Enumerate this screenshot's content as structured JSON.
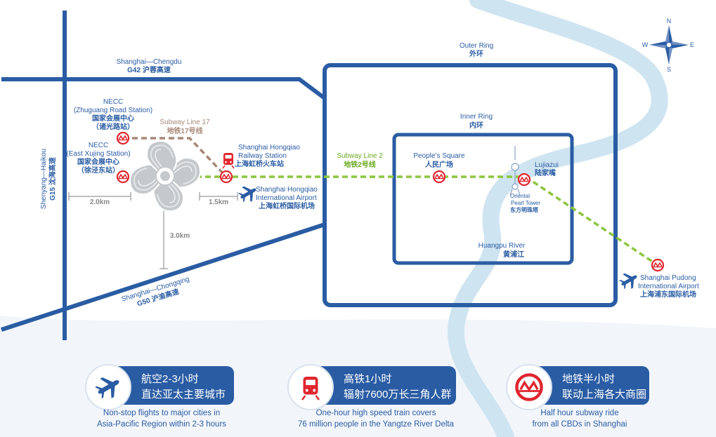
{
  "colors": {
    "road": "#2a5ca3",
    "text_blue": "#2a5ca3",
    "metro_red": "#e0262e",
    "line2_green": "#8cc63f",
    "line17_brown": "#a88878",
    "river": "#cfe4f1",
    "gray": "#999999"
  },
  "compass": {
    "n": "N",
    "s": "S",
    "e": "E",
    "w": "W"
  },
  "roads": {
    "g42_en": "Shanghai—Chengdu",
    "g42_cn": "G42 沪蓉高速",
    "g50_en": "Shanghai—Chongqing",
    "g50_cn": "G50 沪渝高速",
    "g15_en": "Shenyang—Haikou",
    "g15_cn": "G15 沈海高速"
  },
  "rings": {
    "outer_en": "Outer Ring",
    "outer_cn": "外环",
    "inner_en": "Inner Ring",
    "inner_cn": "内环"
  },
  "lines": {
    "line17_en": "Subway Line 17",
    "line17_cn": "地铁17号线",
    "line2_en": "Subway Line 2",
    "line2_cn": "地铁2号线"
  },
  "places": {
    "necc_zhuguang_en1": "NECC",
    "necc_zhuguang_en2": "(Zhuguang Road Station)",
    "necc_zhuguang_cn1": "国家会展中心",
    "necc_zhuguang_cn2": "（诸光路站）",
    "necc_xujing_en1": "NECC",
    "necc_xujing_en2": "(East Xujing Station)",
    "necc_xujing_cn1": "国家会展中心",
    "necc_xujing_cn2": "（徐泾东站）",
    "hq_rail_en1": "Shanghai Hongqiao",
    "hq_rail_en2": "Railway Station",
    "hq_rail_cn": "上海虹桥火车站",
    "hq_air_en1": "Shanghai Hongqiao",
    "hq_air_en2": "International Airport",
    "hq_air_cn": "上海虹桥国际机场",
    "peoples_square_en": "People’s Square",
    "peoples_square_cn": "人民广场",
    "lujiazui_en": "Lujiazui",
    "lujiazui_cn": "陆家嘴",
    "pearl_en1": "Oriental",
    "pearl_en2": "Pearl Tower",
    "pearl_cn": "东方明珠塔",
    "huangpu_en": "Huangpu River",
    "huangpu_cn": "黄浦江",
    "pudong_en1": "Shanghai Pudong",
    "pudong_en2": "International Airport",
    "pudong_cn": "上海浦东国际机场"
  },
  "distances": {
    "west": "2.0km",
    "east": "1.5km",
    "south": "3.0km"
  },
  "cards": [
    {
      "icon": "airplane-icon",
      "line1": "航空2-3小时",
      "line2": "直达亚太主要城市",
      "caption1": "Non-stop flights to major cities in",
      "caption2": "Asia-Pacific Region within 2-3 hours"
    },
    {
      "icon": "train-icon",
      "line1": "高铁1小时",
      "line2": "辐射7600万长三角人群",
      "caption1": "One-hour high speed train covers",
      "caption2": "76 million people in the Yangtze River Delta"
    },
    {
      "icon": "metro-logo-icon",
      "line1": "地铁半小时",
      "line2": "联动上海各大商圈",
      "caption1": "Half hour subway ride",
      "caption2": "from all CBDs in Shanghai"
    }
  ]
}
